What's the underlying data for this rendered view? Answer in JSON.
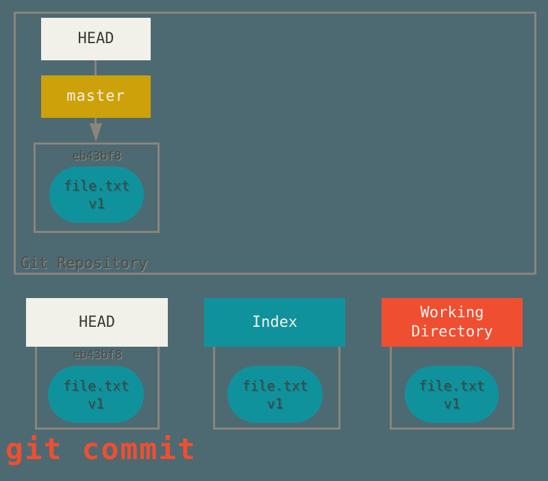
{
  "colors": {
    "background": "#4d6a72",
    "cream": "#f2f1e9",
    "gold": "#cca10a",
    "teal": "#10929d",
    "red": "#f04e31",
    "border": "#8b847b",
    "dark_text": "#3d3a34",
    "light_text": "#f4f2ea",
    "muted_label": "#4e4841",
    "blob_text": "#3f4844",
    "repo_label": "#514c45",
    "caption": "#f04e31"
  },
  "repository": {
    "label": "Git Repository",
    "head_label": "HEAD",
    "branch_label": "master",
    "commit": {
      "hash": "eb43bf8",
      "file": {
        "name": "file.txt",
        "version": "v1"
      }
    }
  },
  "columns": [
    {
      "title": "HEAD",
      "hash": "eb43bf8",
      "file": {
        "name": "file.txt",
        "version": "v1"
      }
    },
    {
      "title": "Index",
      "file": {
        "name": "file.txt",
        "version": "v1"
      }
    },
    {
      "title": "Working Directory",
      "file": {
        "name": "file.txt",
        "version": "v1"
      }
    }
  ],
  "caption": {
    "text": "git commit"
  }
}
